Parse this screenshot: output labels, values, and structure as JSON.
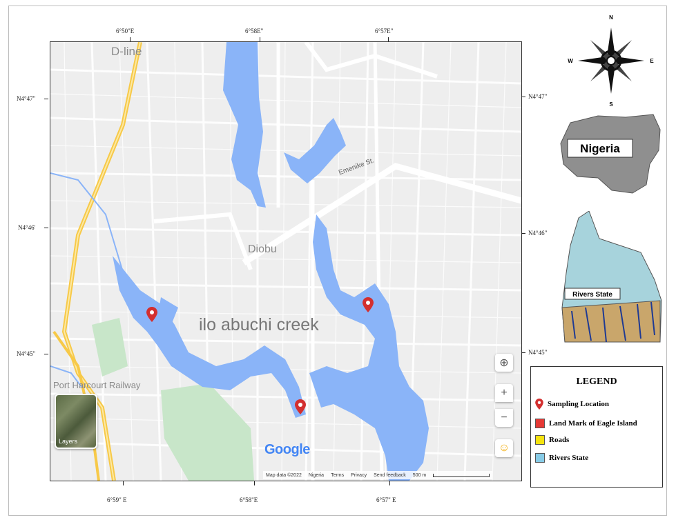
{
  "top_coords": [
    "6°50\"E",
    "6°58E\"",
    "6°57E\""
  ],
  "bottom_coords": [
    "6°59\" E",
    "6°58\"E",
    "6°57\" E"
  ],
  "left_coords": [
    "N4°47\"",
    "N4°46'",
    "N4°45\""
  ],
  "right_coords": [
    "N4°47\"",
    "N4°46\"",
    "N4°45\""
  ],
  "map": {
    "labels": {
      "dline": "D-line",
      "diobu": "Diobu",
      "creek": "ilo abuchi creek",
      "street": "Emenike St.",
      "railway": "Port Harcourt Railway"
    },
    "layers_label": "Layers",
    "google": "Google",
    "attribution": [
      "Map data ©2022",
      "Nigeria",
      "Terms",
      "Privacy",
      "Send feedback",
      "500 m"
    ],
    "controls": [
      "⊕",
      "+",
      "−",
      "☺"
    ]
  },
  "compass": {
    "n": "N",
    "s": "S",
    "e": "E",
    "w": "W"
  },
  "inset_nigeria_label": "Nigeria",
  "inset_rivers_label": "Rivers State",
  "legend": {
    "title": "LEGEND",
    "items": [
      {
        "label": "Sampling Location",
        "color": "#d32f2f",
        "kind": "pin"
      },
      {
        "label": "Land Mark of Eagle Island",
        "color": "#e53935",
        "kind": "swatch"
      },
      {
        "label": "Roads",
        "color": "#f5e30f",
        "kind": "swatch"
      },
      {
        "label": "Rivers State",
        "color": "#87cbe6",
        "kind": "swatch"
      }
    ]
  },
  "colors": {
    "water": "#a2c4f0",
    "water_dark": "#8ab4f8",
    "park": "#c8e6c9",
    "road_major": "#f7c948"
  }
}
